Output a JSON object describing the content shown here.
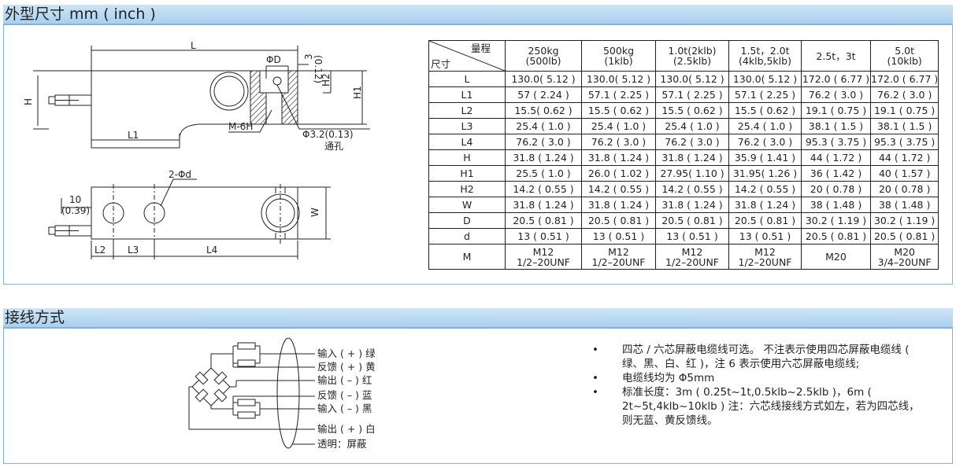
{
  "section1": {
    "title": "外型尺寸 mm ( inch )"
  },
  "drawing": {
    "labels": {
      "L": "L",
      "H": "H",
      "H1": "H1",
      "H2": "H2",
      "phiD": "ΦD",
      "three": "3",
      "three_in": "(0.12)",
      "L1": "L1",
      "M6H": "M-6H",
      "hole": "Φ3.2(0.13)",
      "through": "通孔",
      "twoPhid": "2-Φd",
      "ten": "10",
      "ten_in": "(0.39)",
      "W": "W",
      "L2": "L2",
      "L3": "L3",
      "L4": "L4"
    }
  },
  "table": {
    "header_corner": {
      "top": "量程",
      "bottom": "尺寸"
    },
    "columns": [
      [
        "250kg",
        "(500lb)"
      ],
      [
        "500kg",
        "(1klb)"
      ],
      [
        "1.0t(2klb)",
        "(2.5klb)"
      ],
      [
        "1.5t，2.0t",
        "(4klb,5klb)"
      ],
      [
        "2.5t，3t",
        ""
      ],
      [
        "5.0t",
        "(10klb)"
      ]
    ],
    "rows": [
      {
        "label": "L",
        "cells": [
          "130.0( 5.12 )",
          "130.0( 5.12 )",
          "130.0( 5.12 )",
          "130.0( 5.12 )",
          "172.0 ( 6.77 )",
          "172.0 ( 6.77 )"
        ]
      },
      {
        "label": "L1",
        "cells": [
          "57 ( 2.24 )",
          "57.1 ( 2.25 )",
          "57.1 ( 2.25 )",
          "57.1 ( 2.25 )",
          "76.2 ( 3.0 )",
          "76.2 ( 3.0 )"
        ]
      },
      {
        "label": "L2",
        "cells": [
          "15.5( 0.62 )",
          "15.5 ( 0.62 )",
          "15.5 ( 0.62 )",
          "15.5 ( 0.62 )",
          "19.1 ( 0.75 )",
          "19.1 ( 0.75 )"
        ]
      },
      {
        "label": "L3",
        "cells": [
          "25.4 ( 1.0 )",
          "25.4 ( 1.0 )",
          "25.4 ( 1.0 )",
          "25.4 ( 1.0 )",
          "38.1 ( 1.5 )",
          "38.1 ( 1.5 )"
        ]
      },
      {
        "label": "L4",
        "cells": [
          "76.2 ( 3.0 )",
          "76.2 ( 3.0 )",
          "76.2 ( 3.0 )",
          "76.2 ( 3.0 )",
          "95.3 ( 3.75 )",
          "95.3 ( 3.75 )"
        ]
      },
      {
        "label": "H",
        "cells": [
          "31.8 ( 1.24 )",
          "31.8 ( 1.24 )",
          "31.8 ( 1.24 )",
          "35.9 ( 1.41 )",
          "44 ( 1.72 )",
          "44 ( 1.72 )"
        ]
      },
      {
        "label": "H1",
        "cells": [
          "25.5 ( 1.0 )",
          "26.0 ( 1.02 )",
          "27.95( 1.10 )",
          "31.95( 1.26 )",
          "36 ( 1.42 )",
          "40 ( 1.57 )"
        ]
      },
      {
        "label": "H2",
        "cells": [
          "14.2 ( 0.55 )",
          "14.2 ( 0.55 )",
          "14.2 ( 0.55 )",
          "14.2 ( 0.55 )",
          "20 ( 0.78 )",
          "20 ( 0.78 )"
        ]
      },
      {
        "label": "W",
        "cells": [
          "31.8 ( 1.24 )",
          "31.8 ( 1.24 )",
          "31.8 ( 1.24 )",
          "31.8 ( 1.24 )",
          "38 ( 1.48 )",
          "38 ( 1.48 )"
        ]
      },
      {
        "label": "D",
        "cells": [
          "20.5 ( 0.81 )",
          "20.5 ( 0.81 )",
          "20.5 ( 0.81 )",
          "20.5 ( 0.81 )",
          "30.2 ( 1.19 )",
          "30.2 ( 1.19 )"
        ]
      },
      {
        "label": "d",
        "cells": [
          "13 ( 0.51 )",
          "13 ( 0.51 )",
          "13 ( 0.51 )",
          "13 ( 0.51 )",
          "20.5 ( 0.81 )",
          "20.5 ( 0.81 )"
        ]
      }
    ],
    "m_row": {
      "label": "M",
      "cells": [
        [
          "M12",
          "1/2–20UNF"
        ],
        [
          "M12",
          "1/2–20UNF"
        ],
        [
          "M12",
          "1/2–20UNF"
        ],
        [
          "M12",
          "1/2–20UNF"
        ],
        [
          "M20",
          ""
        ],
        [
          "M20",
          "3/4–20UNF"
        ]
      ]
    }
  },
  "section2": {
    "title": "接线方式"
  },
  "wiring": {
    "labels": [
      "输入 ( + ) 绿",
      "反馈 ( + ) 黄",
      "输出 ( – ) 红",
      "反馈 ( – ) 蓝",
      "输入 ( – ) 黑",
      "输出 ( + ) 白",
      "透明：屏蔽"
    ]
  },
  "notes": {
    "bullet": "•",
    "items": [
      "四芯 / 六芯屏蔽电缆线可选。 不注表示使用四芯屏蔽电缆线 ( 绿、黑、白、红 )，注 6 表示使用六芯屏蔽电缆线;",
      "电缆线均为 Φ5mm",
      "标准长度：3m ( 0.25t~1t,0.5klb~2.5klb )，6m ( 2t~5t,4klb~10klb ) 注：六芯线接线方式如左，若为四芯线，则无蓝、黄反馈线。"
    ]
  },
  "colors": {
    "header_band": "#b9d9f1",
    "panel_border": "#7fb2dc",
    "hatch": "#231f20"
  }
}
